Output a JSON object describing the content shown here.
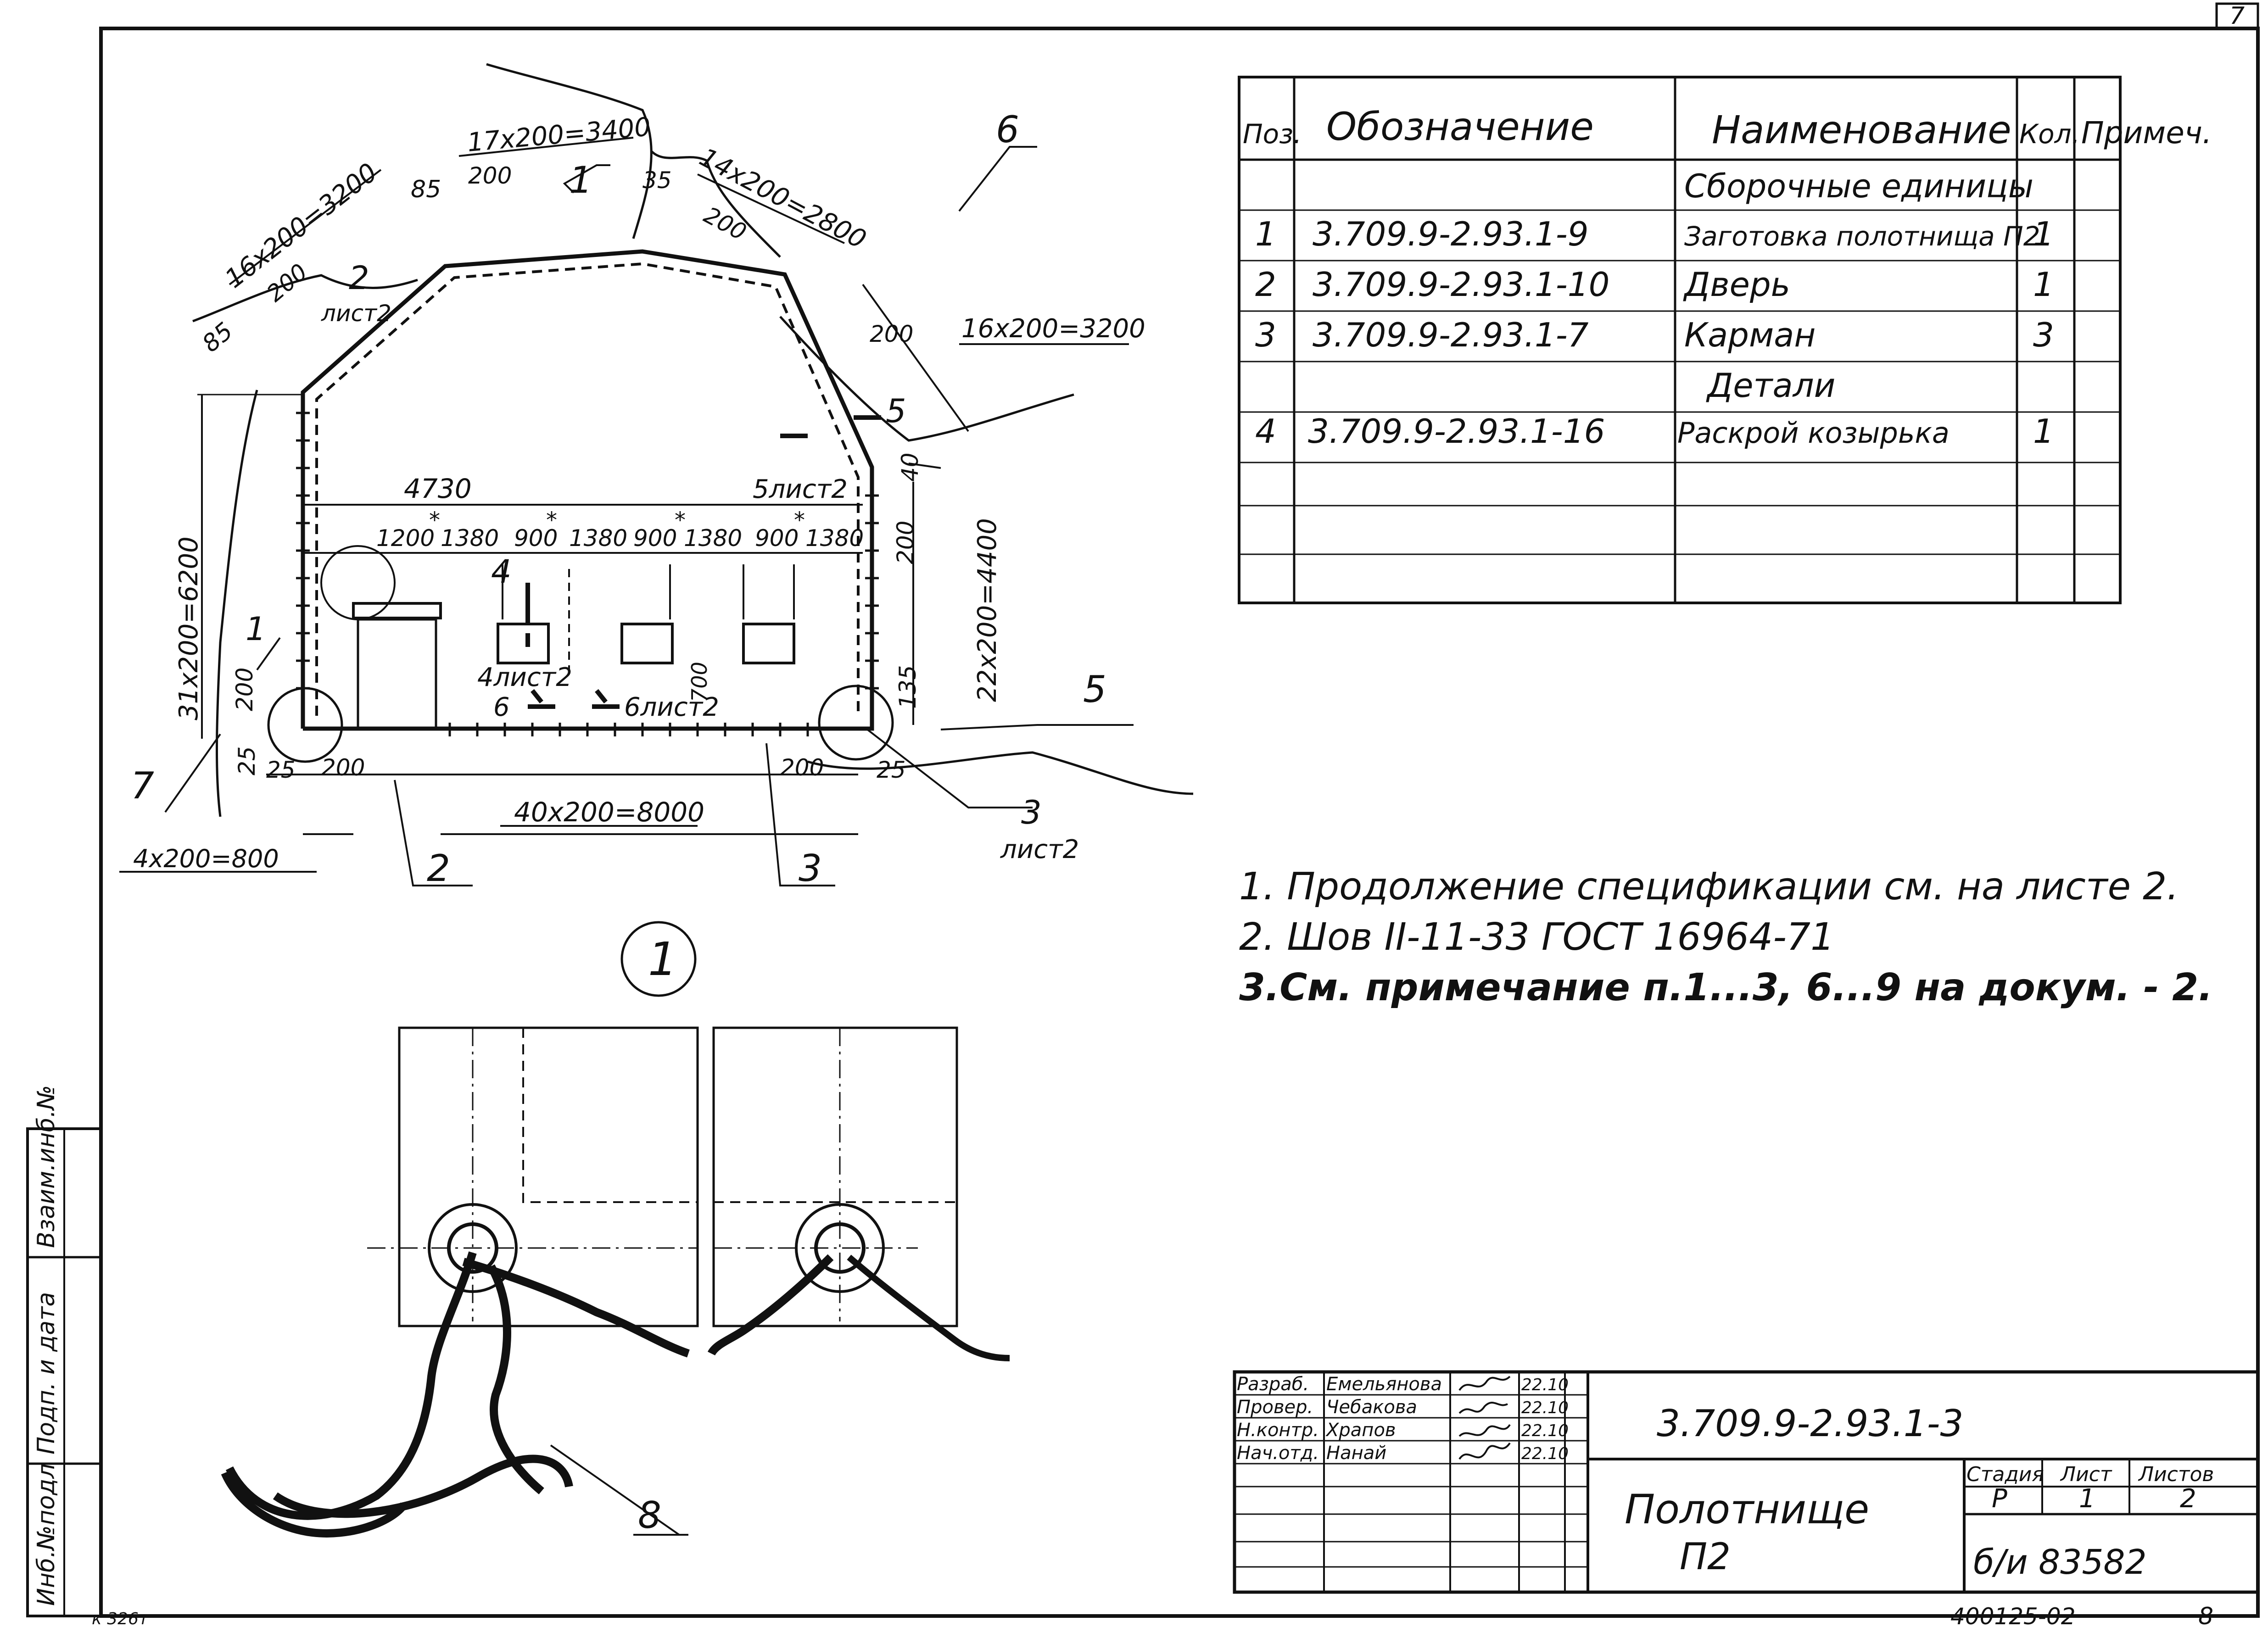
{
  "sheet": {
    "corner_number": "7",
    "bottom_code": "400125-02",
    "bottom_page": "8",
    "stamp_note": "к 326т"
  },
  "left_strip": {
    "inv_podl": "Инб.№подл",
    "podp_data": "Подп. и дата",
    "vz_inv": "Взаим.инб.№"
  },
  "spec_table": {
    "headers": {
      "pos": "Поз.",
      "designation": "Обозначение",
      "name": "Наименование",
      "qty": "Кол.",
      "note": "Примеч."
    },
    "rows": [
      {
        "pos": "",
        "designation": "",
        "name": "Сборочные единицы",
        "qty": ""
      },
      {
        "pos": "1",
        "designation": "3.709.9-2.93.1-9",
        "name": "Заготовка полотнища П2",
        "qty": "1"
      },
      {
        "pos": "2",
        "designation": "3.709.9-2.93.1-10",
        "name": "Дверь",
        "qty": "1"
      },
      {
        "pos": "3",
        "designation": "3.709.9-2.93.1-7",
        "name": "Карман",
        "qty": "3"
      },
      {
        "pos": "",
        "designation": "",
        "name": "Детали",
        "qty": ""
      },
      {
        "pos": "4",
        "designation": "3.709.9-2.93.1-16",
        "name": "Раскрой козырька",
        "qty": "1"
      },
      {
        "pos": "",
        "designation": "",
        "name": "",
        "qty": ""
      },
      {
        "pos": "",
        "designation": "",
        "name": "",
        "qty": ""
      }
    ]
  },
  "notes": [
    "1. Продолжение спецификации см. на листе 2.",
    "2. Шов II-11-33 ГОСТ 16964-71",
    "3.См. примечание п.1...3, 6...9 на докум. - 2."
  ],
  "drawing": {
    "dims": {
      "d_17x200": "17х200=3400",
      "d_14x200": "14х200=2800",
      "d_16x200_left": "16х200=3200",
      "d_16x200_right": "16х200=3200",
      "d_31x200": "31х200=6200",
      "d_22x200": "22х200=4400",
      "d_40x200": "40х200=8000",
      "d_4x200": "4х200=800",
      "d_4730": "4730",
      "d_85a": "85",
      "d_85b": "85",
      "d_200a": "200",
      "d_200b": "200",
      "d_200c": "200",
      "d_200d": "200",
      "d_200e": "200",
      "d_200f": "200",
      "d_200g": "200",
      "d_200h": "200",
      "d_35": "35",
      "d_40": "40",
      "d_135": "135",
      "d_25a": "25",
      "d_25b": "25",
      "d_25c": "25",
      "d_700": "700",
      "d_1200": "1200",
      "d_1380a": "1380",
      "d_900a": "900",
      "d_1380b": "1380",
      "d_900b": "900",
      "d_1380c": "1380",
      "d_900c": "900",
      "d_1380d": "1380",
      "star": "*"
    },
    "callouts": {
      "c1": "1",
      "c2": "2",
      "c3": "3",
      "c5": "5",
      "c6": "6",
      "c7": "7",
      "c8": "8",
      "c1b": "1",
      "c2b": "2",
      "c3b": "3",
      "list2": "лист2",
      "c2_list2": "лист2",
      "sec4": "4",
      "sec4_list": "4лист2",
      "sec5": "5",
      "sec5_list": "5лист2",
      "sec6": "6",
      "sec6_list": "6лист2",
      "detail_view": "1"
    }
  },
  "title_block": {
    "roles": [
      "Разраб.",
      "Провер.",
      "Н.контр.",
      "Нач.отд."
    ],
    "names": [
      "Емельянова",
      "Чебакова",
      "Храпов",
      "Нанай"
    ],
    "dates": [
      "22.10",
      "22.10",
      "22.10",
      "22.10"
    ],
    "doc_code": "3.709.9-2.93.1-3",
    "title_line1": "Полотнище",
    "title_line2": "П2",
    "stage_label": "Стадия",
    "sheet_label": "Лист",
    "sheets_label": "Листов",
    "stage": "Р",
    "sheet": "1",
    "sheets": "2",
    "archive_no": "б/и 83582"
  }
}
